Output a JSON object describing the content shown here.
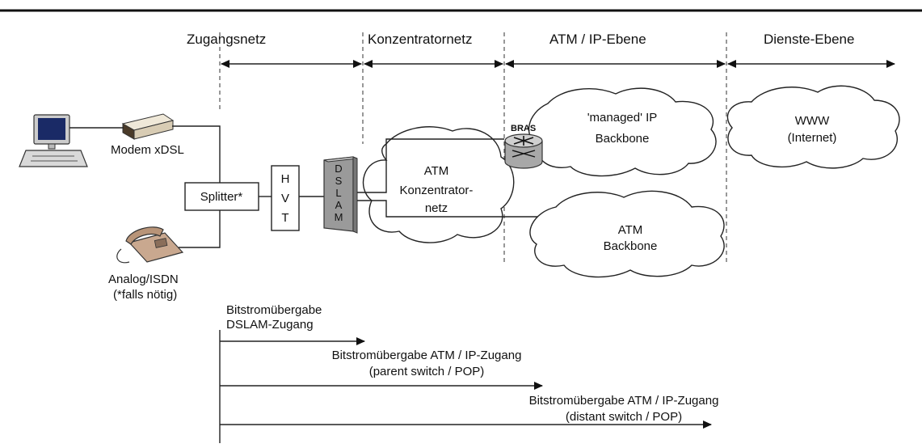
{
  "zones": {
    "zugangsnetz": "Zugangsnetz",
    "konzentratornetz": "Konzentratornetz",
    "atm_ip": "ATM / IP-Ebene",
    "dienste": "Dienste-Ebene"
  },
  "devices": {
    "modem": "Modem xDSL",
    "splitter": "Splitter*",
    "hvt": [
      "H",
      "V",
      "T"
    ],
    "dslam": [
      "D",
      "S",
      "L",
      "A",
      "M"
    ],
    "phone": [
      "Analog/ISDN",
      "(*falls nötig)"
    ],
    "bras": "BRAS"
  },
  "clouds": {
    "atm_konzentrator": [
      "ATM",
      "Konzentrator-",
      "netz"
    ],
    "ip_backbone": [
      "'managed' IP",
      "Backbone"
    ],
    "atm_backbone": [
      "ATM",
      "Backbone"
    ],
    "www": [
      "WWW",
      "(Internet)"
    ]
  },
  "handover": [
    {
      "lines": [
        "Bitstromübergabe",
        "DSLAM-Zugang"
      ]
    },
    {
      "lines": [
        "Bitstromübergabe ATM / IP-Zugang",
        "(parent switch / POP)"
      ]
    },
    {
      "lines": [
        "Bitstromübergabe ATM / IP-Zugang",
        "(distant switch / POP)"
      ]
    }
  ],
  "colors": {
    "ink": "#111111",
    "background": "#ffffff",
    "screen": "#1a2a66",
    "modem_body": "#d8ccb4",
    "modem_front": "#4a3a28",
    "phone": "#c9a88f",
    "dslam": "#9a9a9a"
  }
}
